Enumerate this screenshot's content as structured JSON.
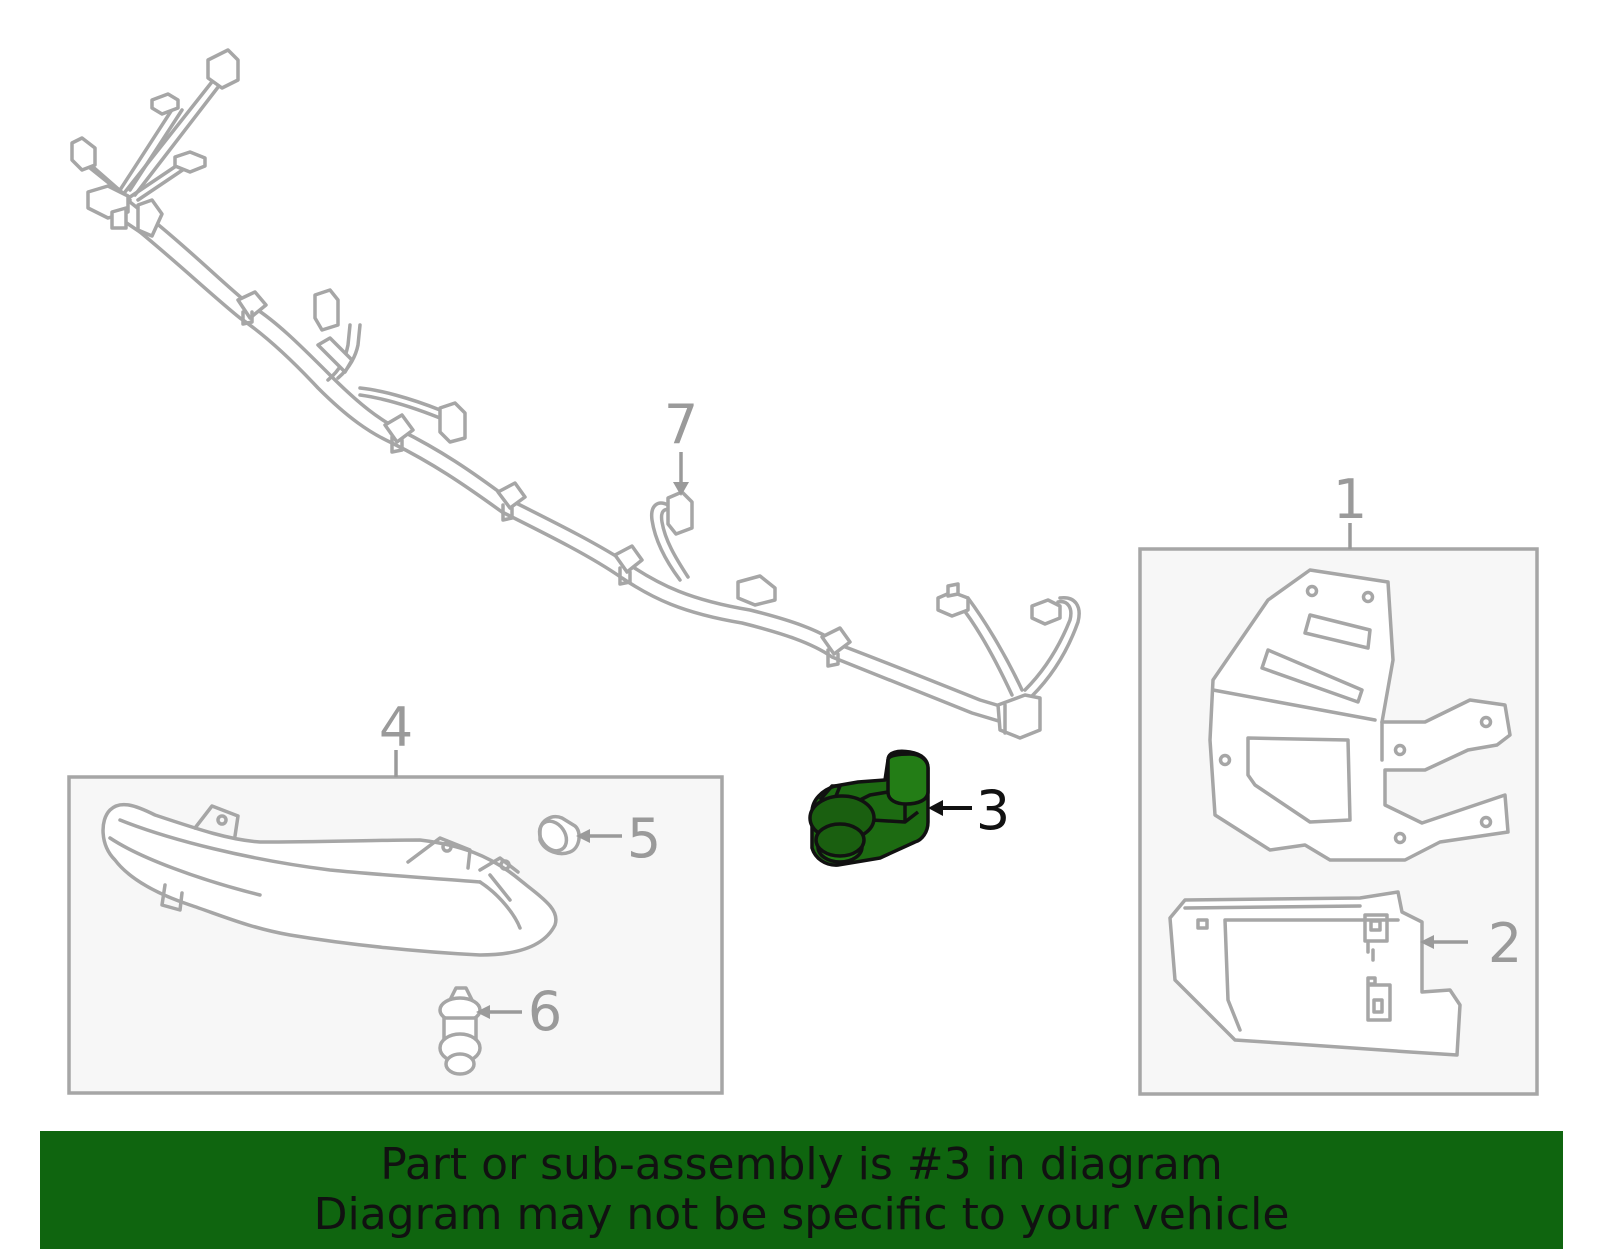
{
  "diagram": {
    "callouts": [
      {
        "id": "1",
        "label": "1",
        "highlighted": false
      },
      {
        "id": "2",
        "label": "2",
        "highlighted": false
      },
      {
        "id": "3",
        "label": "3",
        "highlighted": true
      },
      {
        "id": "4",
        "label": "4",
        "highlighted": false
      },
      {
        "id": "5",
        "label": "5",
        "highlighted": false
      },
      {
        "id": "6",
        "label": "6",
        "highlighted": false
      },
      {
        "id": "7",
        "label": "7",
        "highlighted": false
      }
    ],
    "highlight_color": "#1d6b12",
    "part_stroke_color": "#a6a6a6"
  },
  "banner": {
    "line1": "Part or sub-assembly is #3 in diagram",
    "line2": "Diagram may not be specific to your vehicle",
    "background": "#0f650f"
  }
}
